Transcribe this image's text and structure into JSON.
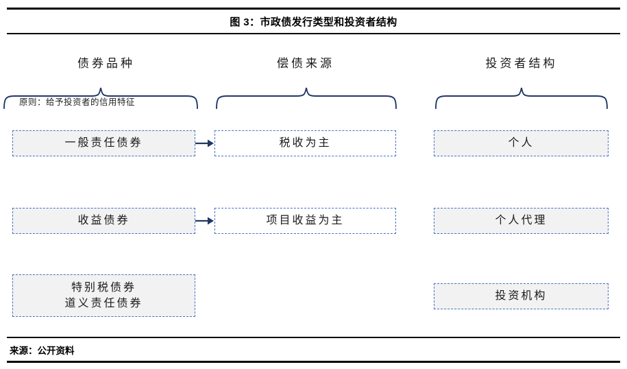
{
  "header": {
    "title": "图 3：市政债发行类型和投资者结构"
  },
  "footer": {
    "source": "来源：公开资料"
  },
  "columns": [
    {
      "heading": "债券品种"
    },
    {
      "heading": "偿债来源"
    },
    {
      "heading": "投资者结构"
    }
  ],
  "principle": {
    "note": "原则：给予投资者的信用特征"
  },
  "nodes": {
    "bond_type_1": "一般责任债券",
    "bond_type_2": "收益债券",
    "bond_type_3": "特别税债券\n道义责任债券",
    "repay_1": "税收为主",
    "repay_2": "项目收益为主",
    "investor_1": "个人",
    "investor_2": "个人代理",
    "investor_3": "投资机构"
  },
  "colors": {
    "brace_stroke": "#1F3864",
    "box_border": "#4472C4",
    "box_fill": "#F2F2F2",
    "arrow": "#1F3864",
    "rule": "#000000"
  },
  "icons": {
    "arrow_1": "arrow-right-icon",
    "arrow_2": "arrow-right-icon"
  }
}
